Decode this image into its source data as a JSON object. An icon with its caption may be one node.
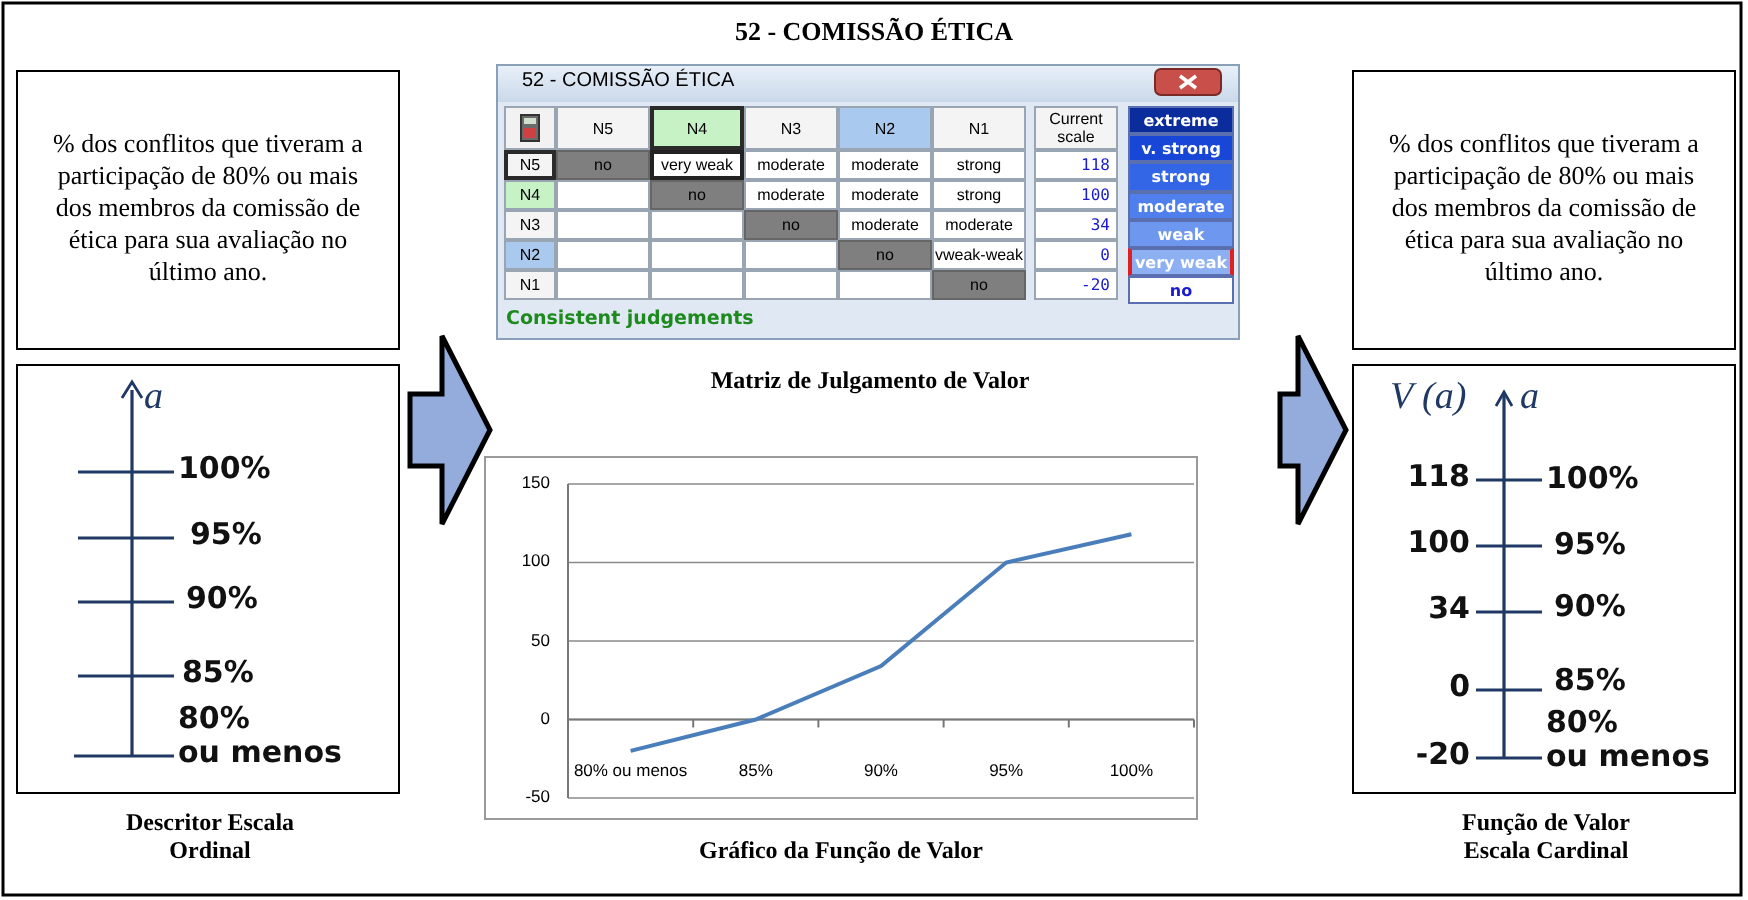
{
  "diagram": {
    "title": "52 - COMISSÃO ÉTICA",
    "nodes": [
      {
        "text": [
          "% dos conflitos que tiveram a participação de 80% ou mais dos membros da comissão de ética para sua avaliação no último ano."
        ]
      },
      {
        "text": [
          "a",
          "100%",
          "95%",
          "90%",
          "85%",
          "80% ou menos"
        ],
        "beside": [
          "Descritor Escala Ordinal"
        ]
      },
      {
        "text": [
          "52 - COMISSÃO ÉTICA"
        ],
        "beside": [
          "Matriz de Julgamento de Valor"
        ]
      },
      {
        "text": [
          "% dos conflitos que tiveram a participação de 80% ou mais dos membros da comissão de ética para sua avaliação no último ano."
        ]
      },
      {
        "text": [
          "V (a)",
          "a",
          "118",
          "100%",
          "100",
          "95%",
          "34",
          "90%",
          "0",
          "85%",
          "-20",
          "80% ou menos"
        ],
        "beside": [
          "Função de Valor Escala Cardinal"
        ]
      }
    ],
    "edges": [
      {
        "from": 1,
        "to": 2,
        "arrow": "to",
        "style": "thick"
      },
      {
        "from": 2,
        "to": 4,
        "arrow": "to",
        "style": "thick"
      }
    ],
    "labels": [
      "N5",
      "N4",
      "N3",
      "N2",
      "N1",
      "Current scale",
      "N5",
      "no",
      "very weak",
      "moderate",
      "moderate",
      "strong",
      "118",
      "N4",
      "no",
      "moderate",
      "moderate",
      "strong",
      "100",
      "N3",
      "no",
      "moderate",
      "moderate",
      "34",
      "N2",
      "no",
      "vweak-weak",
      "0",
      "N1",
      "no",
      "-20",
      "extreme",
      "v. strong",
      "strong",
      "moderate",
      "weak",
      "very weak",
      "no",
      "Consistent judgements",
      "Gráfico da Função de Valor"
    ],
    "chart_data": {
      "type": "line",
      "categories": [
        "80% ou menos",
        "85%",
        "90%",
        "95%",
        "100%"
      ],
      "series": [
        {
          "color": "#4a7ebb",
          "values": [
            -20,
            0,
            34,
            100,
            118
          ]
        }
      ],
      "grid": true,
      "ylim": [
        -50,
        150
      ],
      "yticks": [
        -50,
        0,
        50,
        100,
        150
      ]
    }
  }
}
